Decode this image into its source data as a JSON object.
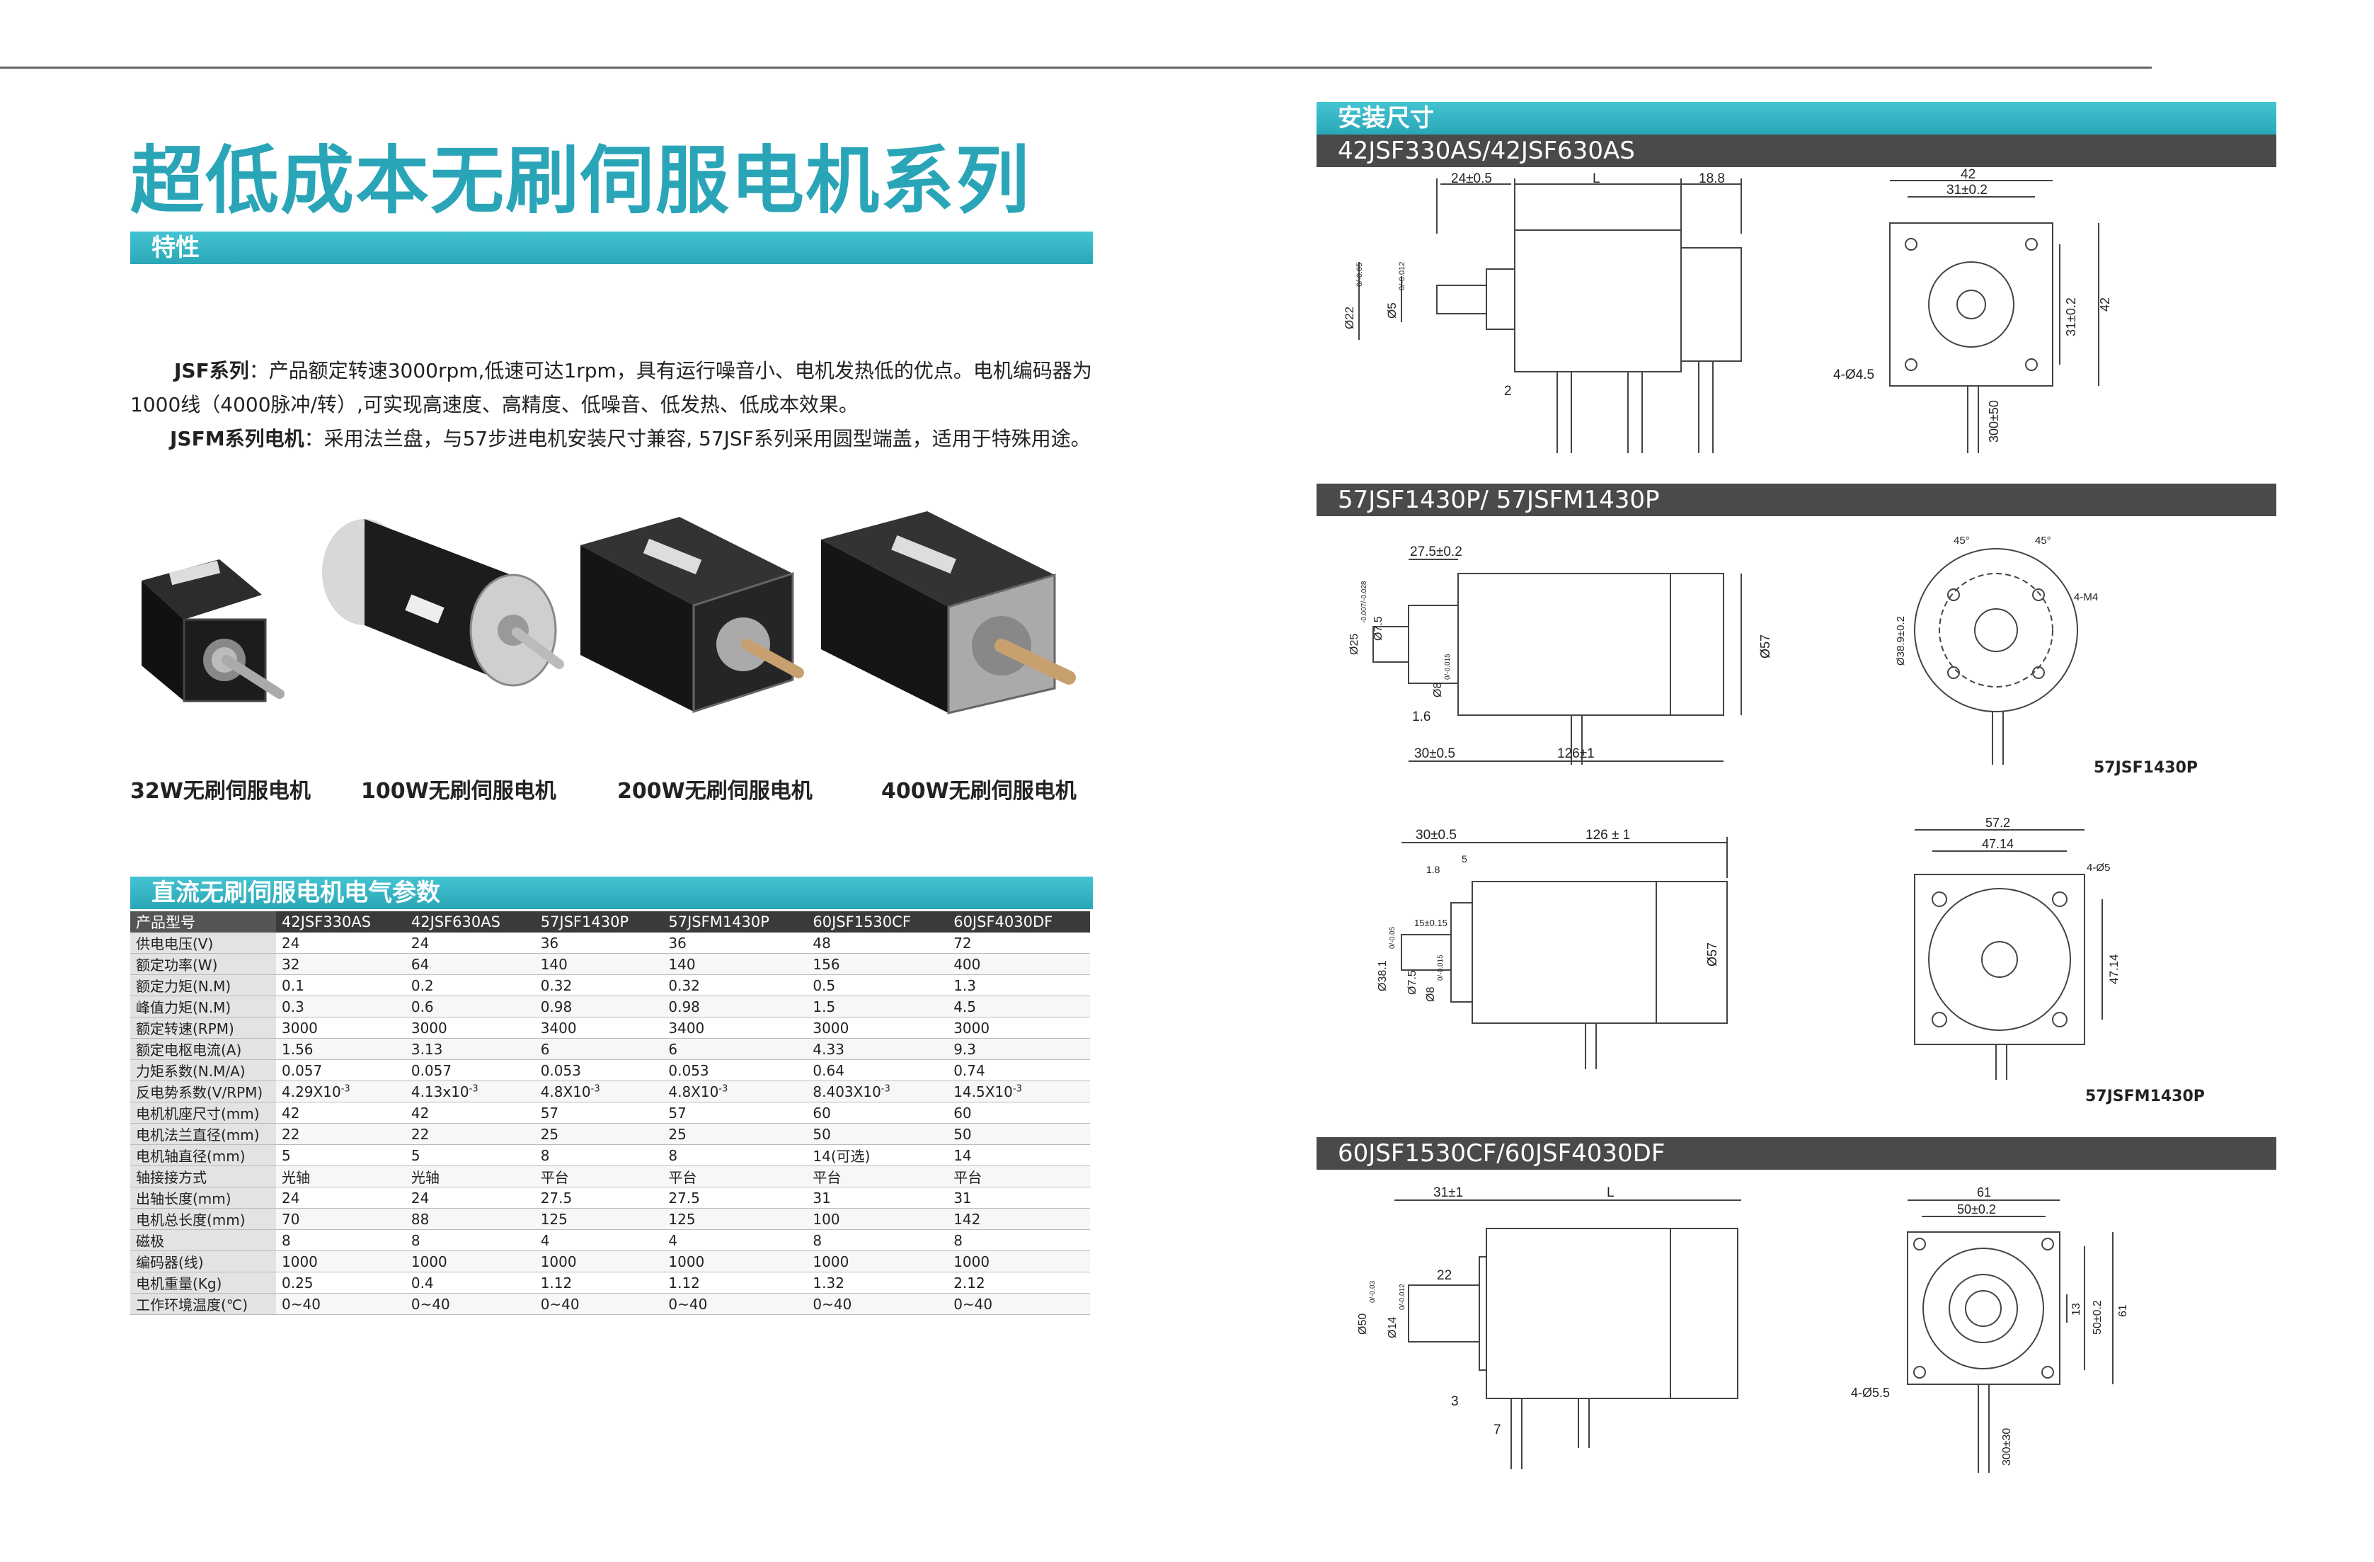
{
  "title": "超低成本无刷伺服电机系列",
  "features_bar": "特性",
  "desc": {
    "jsf_label": "JSF系列",
    "jsf_text": "：产品额定转速3000rpm,低速可达1rpm，具有运行噪音小、电机发热低的优点。电机编码器为1000线（4000脉冲/转）,可实现高速度、高精度、低噪音、低发热、低成本效果。",
    "jsfm_label": "JSFM系列电机",
    "jsfm_text": "：采用法兰盘，与57步进电机安装尺寸兼容, 57JSF系列采用圆型端盖，适用于特殊用途。"
  },
  "captions": [
    "32W无刷伺服电机",
    "100W无刷伺服电机",
    "200W无刷伺服电机",
    "400W无刷伺服电机"
  ],
  "table_bar": "直流无刷伺服电机电气参数",
  "table": {
    "header": [
      "产品型号",
      "42JSF330AS",
      "42JSF630AS",
      "57JSF1430P",
      "57JSFM1430P",
      "60JSF1530CF",
      "60JSF4030DF"
    ],
    "rows": [
      [
        "供电电压(V)",
        "24",
        "24",
        "36",
        "36",
        "48",
        "72"
      ],
      [
        "额定功率(W)",
        "32",
        "64",
        "140",
        "140",
        "156",
        "400"
      ],
      [
        "额定力矩(N.M)",
        "0.1",
        "0.2",
        "0.32",
        "0.32",
        "0.5",
        "1.3"
      ],
      [
        "峰值力矩(N.M)",
        "0.3",
        "0.6",
        "0.98",
        "0.98",
        "1.5",
        "4.5"
      ],
      [
        "额定转速(RPM)",
        "3000",
        "3000",
        "3400",
        "3400",
        "3000",
        "3000"
      ],
      [
        "额定电枢电流(A)",
        "1.56",
        "3.13",
        "6",
        "6",
        "4.33",
        "9.3"
      ],
      [
        "力矩系数(N.M/A)",
        "0.057",
        "0.057",
        "0.053",
        "0.053",
        "0.64",
        "0.74"
      ],
      [
        "反电势系数(V/RPM)",
        "4.29X10",
        "4.13x10",
        "4.8X10",
        "4.8X10",
        "8.403X10",
        "14.5X10"
      ],
      [
        "电机机座尺寸(mm)",
        "42",
        "42",
        "57",
        "57",
        "60",
        "60"
      ],
      [
        "电机法兰直径(mm)",
        "22",
        "22",
        "25",
        "25",
        "50",
        "50"
      ],
      [
        "电机轴直径(mm)",
        "5",
        "5",
        "8",
        "8",
        "14(可选)",
        "14"
      ],
      [
        "轴接接方式",
        "光轴",
        "光轴",
        "平台",
        "平台",
        "平台",
        "平台"
      ],
      [
        "出轴长度(mm)",
        "24",
        "24",
        "27.5",
        "27.5",
        "31",
        "31"
      ],
      [
        "电机总长度(mm)",
        "70",
        "88",
        "125",
        "125",
        "100",
        "142"
      ],
      [
        "磁极",
        "8",
        "8",
        "4",
        "4",
        "8",
        "8"
      ],
      [
        "编码器(线)",
        "1000",
        "1000",
        "1000",
        "1000",
        "1000",
        "1000"
      ],
      [
        "电机重量(Kg)",
        "0.25",
        "0.4",
        "1.12",
        "1.12",
        "1.32",
        "2.12"
      ],
      [
        "工作环境温度(℃)",
        "0~40",
        "0~40",
        "0~40",
        "0~40",
        "0~40",
        "0~40"
      ]
    ],
    "bemf_exp": "-3"
  },
  "install_bar": "安装尺寸",
  "sections": [
    {
      "model": "42JSF330AS/42JSF630AS"
    },
    {
      "model": "57JSF1430P/ 57JSFM1430P"
    },
    {
      "model": "60JSF1530CF/60JSF4030DF"
    }
  ],
  "dims": {
    "d42": {
      "a": "24±0.5",
      "L": "L",
      "c": "18.8",
      "flange": "Ø22",
      "flange_tol": "0/-0.05",
      "shaft": "Ø5",
      "shaft_tol": "0/-0.012",
      "gap": "2",
      "top": "42",
      "inner": "31±0.2",
      "right": "31±0.2",
      "right2": "42",
      "holes": "4-Ø4.5",
      "lead": "300±50"
    },
    "d57p": {
      "a": "27.5±0.2",
      "flange": "Ø25",
      "flange_tol": "-0.007/-0.028",
      "shaft": "Ø7.5",
      "sq": "Ø8",
      "sq_tol": "0/-0.015",
      "gap": "1.6",
      "b": "30±0.5",
      "c": "126±1",
      "body": "Ø57",
      "ang1": "45°",
      "ang2": "45°",
      "m4": "4-M4",
      "pcd": "Ø38.9±0.2",
      "label": "57JSF1430P"
    },
    "d57m": {
      "a": "30±0.5",
      "b": "126 ± 1",
      "g1": "1.8",
      "g2": "5",
      "f1": "15±0.15",
      "flange": "Ø38.1",
      "flange_tol": "0/-0.05",
      "shaft": "Ø7.5",
      "sq": "Ø8",
      "sq_tol": "0/-0.015",
      "body": "Ø57",
      "top": "57.2",
      "inner": "47.14",
      "holes": "4-Ø5",
      "right": "47.14",
      "label": "57JSFM1430P"
    },
    "d60": {
      "a": "31±1",
      "L": "L",
      "s": "22",
      "flange": "Ø50",
      "flange_tol": "0/-0.03",
      "shaft": "Ø14",
      "shaft_tol": "0/-0.012",
      "g1": "3",
      "g2": "7",
      "top": "61",
      "inner": "50±0.2",
      "r1": "13",
      "r2": "50±0.2",
      "r3": "61",
      "holes": "4-Ø5.5",
      "lead": "300±30"
    }
  }
}
